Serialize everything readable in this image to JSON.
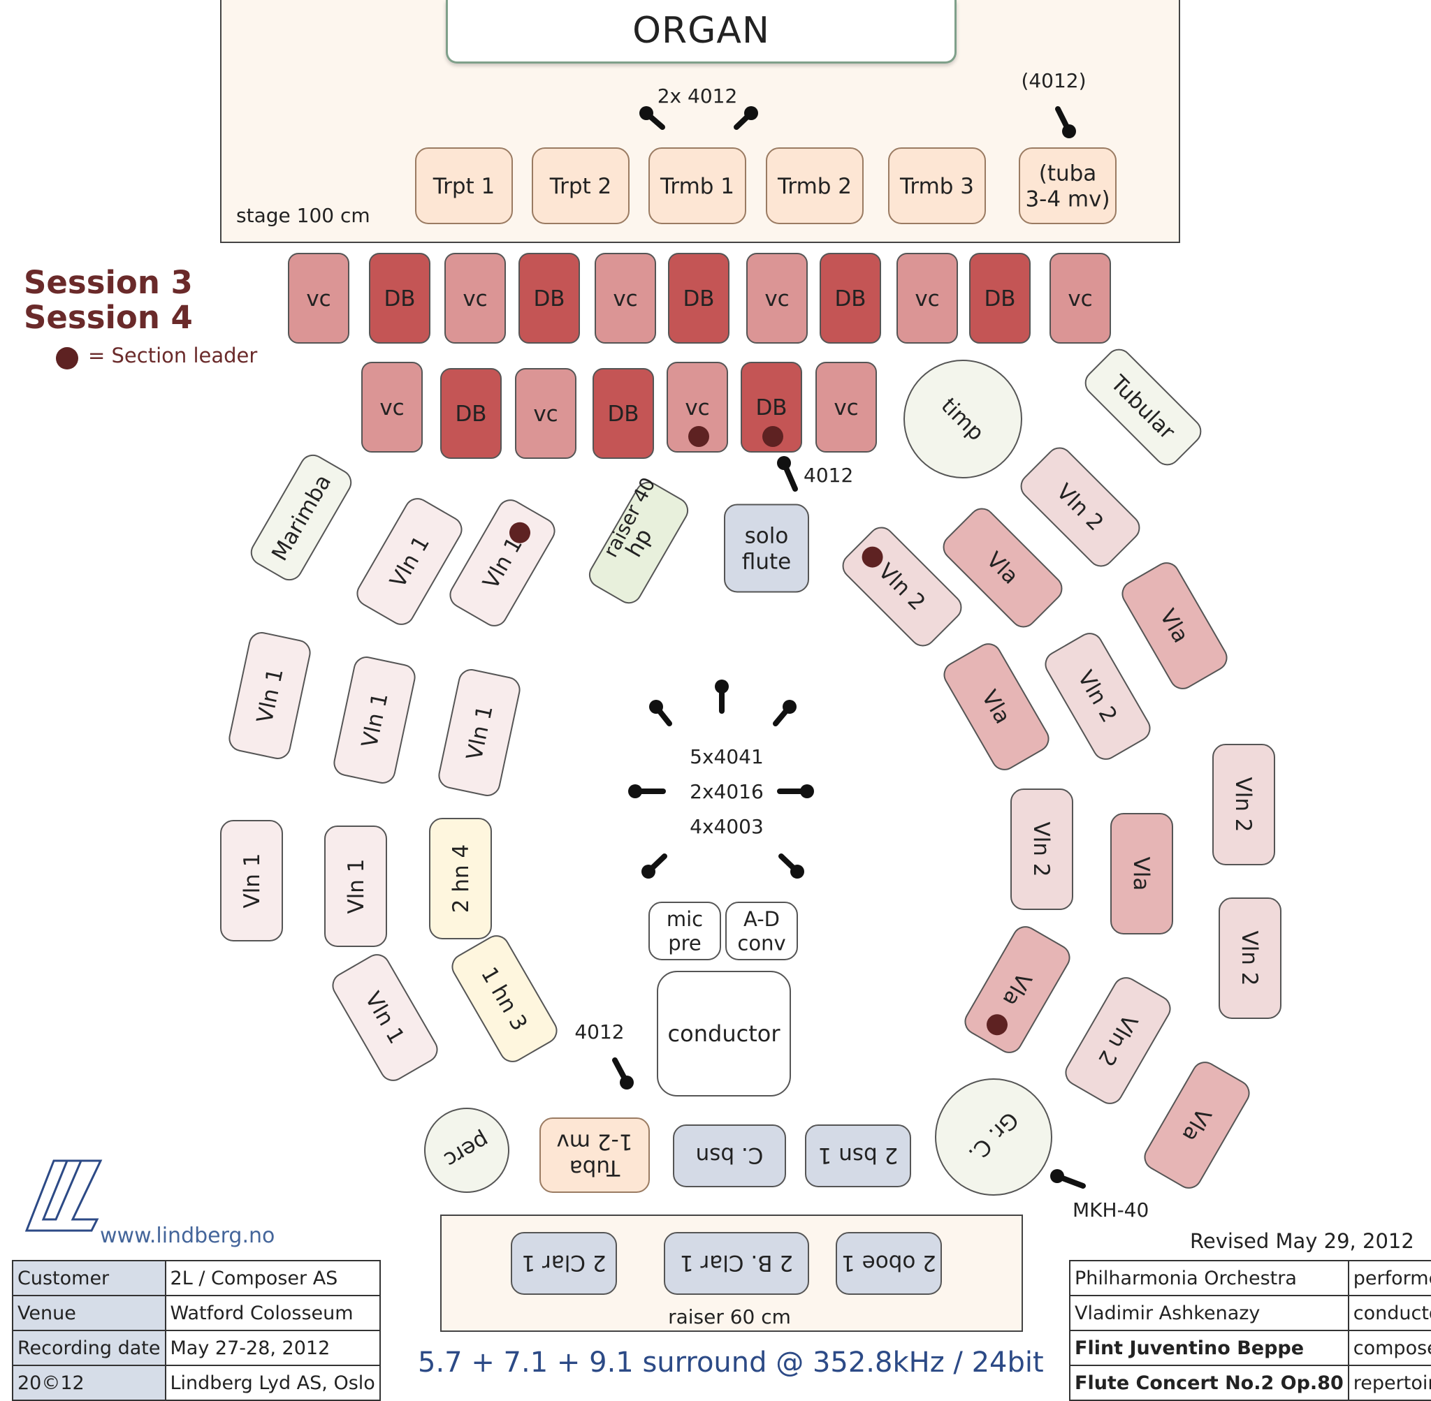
{
  "organ_label": "ORGAN",
  "stage_label": "stage 100 cm",
  "brass_mic_label": "2x 4012",
  "tuba_mic_label": "(4012)",
  "brass": [
    "Trpt 1",
    "Trpt 2",
    "Trmb 1",
    "Trmb 2",
    "Trmb 3",
    "(tuba 3-4 mv)"
  ],
  "session_labels": [
    "Session 3",
    "Session 4"
  ],
  "legend_text": "= Section leader",
  "low_strings_row1": [
    "vc",
    "DB",
    "vc",
    "DB",
    "vc",
    "DB",
    "vc",
    "DB",
    "vc",
    "DB",
    "vc"
  ],
  "low_strings_row2": [
    "vc",
    "DB",
    "vc",
    "DB",
    "vc",
    "DB",
    "vc"
  ],
  "solo_mic_label": "4012",
  "solo_flute": "solo flute",
  "harp": "hp",
  "harp_raiser": "raiser 40",
  "timp": "timp",
  "tubular": "Tubular",
  "marimba": "Marimba",
  "vln1": "Vln 1",
  "vln2": "Vln 2",
  "vla": "Vla",
  "horns_2_4": "2 hn 4",
  "horns_1_3": "1 hn 3",
  "main_mic_lines": [
    "5x4041",
    "2x4016",
    "4x4003"
  ],
  "mic_pre": "mic pre",
  "ad_conv": "A-D conv",
  "conductor": "conductor",
  "perc_mic_label": "4012",
  "perc": "perc",
  "tuba_low": "Tuba 1-2 mv",
  "cbsn": "C. bsn",
  "bsn": "2 bsn 1",
  "gr_c": "Gr. C.",
  "gr_c_mic": "MKH-40",
  "woodwinds": [
    "2 Clar 1",
    "2 B. Clar 1",
    "2 oboe 1"
  ],
  "raiser60": "raiser 60 cm",
  "url": "www.lindberg.no",
  "surround": "5.7 + 7.1 + 9.1 surround @  352.8kHz / 24bit",
  "revised": "Revised May 29, 2012",
  "info_left": [
    {
      "label": "Customer",
      "value": "2L / Composer AS"
    },
    {
      "label": "Venue",
      "value": "Watford Colosseum"
    },
    {
      "label": "Recording date",
      "value": "May 27-28, 2012"
    },
    {
      "label": "20©12",
      "value": "Lindberg Lyd AS, Oslo"
    }
  ],
  "info_right": [
    {
      "name": "Philharmonia Orchestra",
      "role": "performer"
    },
    {
      "name": "Vladimir Ashkenazy",
      "role": "conductor"
    },
    {
      "name": "Flint Juventino Beppe",
      "role": "composer"
    },
    {
      "name": "Flute Concert No.2 Op.80",
      "role": "repertoire"
    }
  ],
  "colors": {
    "stage_fill": "#fdf6ee",
    "brass_fill": "#fde6d4",
    "vc_fill": "#db9595",
    "db_fill": "#c45555",
    "vln1_fill": "#f8ecec",
    "vln2_fill": "#f0dada",
    "vla_fill": "#e6b5b5",
    "perc_fill": "#f3f5ec",
    "harp_fill": "#e8f0dc",
    "horn_fill": "#fef6de",
    "woodwind_fill": "#d4dae6",
    "leader_dot": "#5e2222",
    "text_blue": "#2c4a86"
  }
}
